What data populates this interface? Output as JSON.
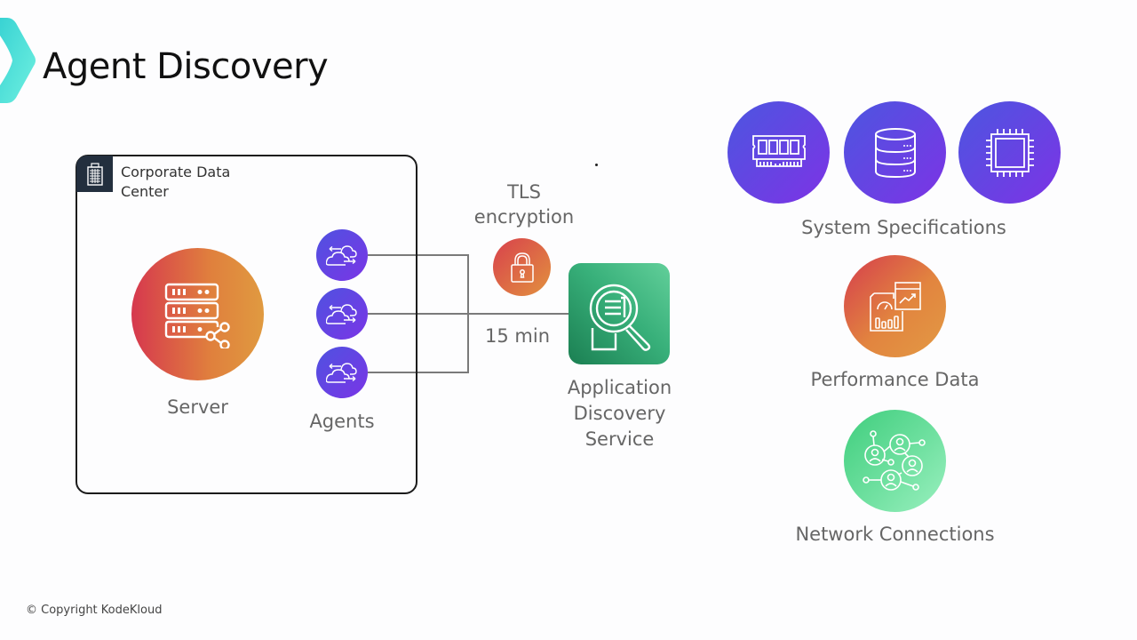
{
  "slide": {
    "title": "Agent Discovery",
    "copyright": "© Copyright KodeKloud"
  },
  "data_center": {
    "label": "Corporate Data Center",
    "label_line1": "Corporate Data",
    "label_line2": "Center",
    "icon": "building-icon"
  },
  "server": {
    "label": "Server",
    "icon": "server-share-icon"
  },
  "agents": {
    "label": "Agents",
    "items": [
      {
        "icon": "cloud-sync-icon"
      },
      {
        "icon": "cloud-sync-icon"
      },
      {
        "icon": "cloud-sync-icon"
      }
    ]
  },
  "connection": {
    "encryption_line1": "TLS",
    "encryption_line2": "encryption",
    "encryption_icon": "lock-icon",
    "interval": "15 min"
  },
  "service": {
    "label_line1": "Application",
    "label_line2": "Discovery",
    "label_line3": "Service",
    "icon": "magnifier-document-icon"
  },
  "collected_data": {
    "system_specifications": {
      "label": "System Specifications",
      "icons": [
        "memory-icon",
        "database-icon",
        "cpu-chip-icon"
      ]
    },
    "performance_data": {
      "label": "Performance Data",
      "icon": "performance-dashboard-icon"
    },
    "network_connections": {
      "label": "Network Connections",
      "icon": "network-users-icon"
    }
  },
  "colors": {
    "purple_start": "#4f52e0",
    "purple_end": "#7a35e6",
    "orange_start": "#d6384e",
    "orange_end": "#e09a40",
    "green_service": "#2f9e6a",
    "green_network": "#6fe0a0",
    "accent_teal": "#4fe3d6"
  }
}
